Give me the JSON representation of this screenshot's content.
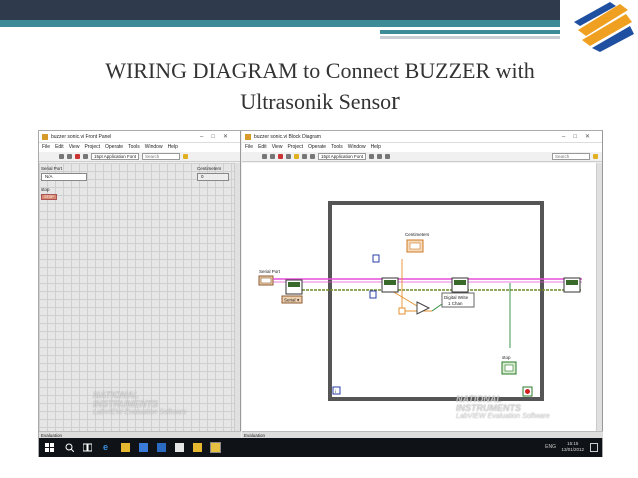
{
  "slide": {
    "title_line1": "WIRING DIAGRAM to Connect BUZZER with",
    "title_line2_main": "Ultrasonik Senso",
    "title_line2_tail": "r"
  },
  "front_panel": {
    "window_title": "buzzer sonic.vi Front Panel",
    "menu": [
      "File",
      "Edit",
      "View",
      "Project",
      "Operate",
      "Tools",
      "Window",
      "Help"
    ],
    "font_select": "15pt Application Font",
    "search_placeholder": "Search",
    "serial_port_label": "Serial Port",
    "serial_port_value": "N/A",
    "centimeters_label": "Centimeters",
    "centimeters_value": "0",
    "stop_label": "stop",
    "stop_button_text": "STOP",
    "status_tab": "Evaluation"
  },
  "block_diagram": {
    "window_title": "buzzer sonic.vi Block Diagram",
    "menu": [
      "File",
      "Edit",
      "View",
      "Project",
      "Operate",
      "Tools",
      "Window",
      "Help"
    ],
    "font_select": "15pt Application Font",
    "search_placeholder": "Search",
    "serial_port_label": "Serial Port",
    "centimeters_label": "Centimeters",
    "serial_ring_label": "Serial",
    "digital_write_line1": "Digital Write",
    "digital_write_line2": "1 Chan",
    "stop_label": "stop",
    "loop_iteration": "i",
    "status_tab": "Evaluation"
  },
  "watermark": {
    "line1": "NATIONAL",
    "line2": "INSTRUMENTS",
    "line3": "LabVIEW Evaluation Software"
  },
  "taskbar": {
    "time": "15:15",
    "date": "13/01/2012",
    "tray_text": "ENG"
  },
  "colors": {
    "header_dark": "#2f3a4c",
    "header_teal": "#3d8b97",
    "wire_pink": "#e64fd8",
    "wire_green": "#6e8a2a",
    "wire_orange": "#e6912e",
    "taskbar": "#0f1216"
  }
}
